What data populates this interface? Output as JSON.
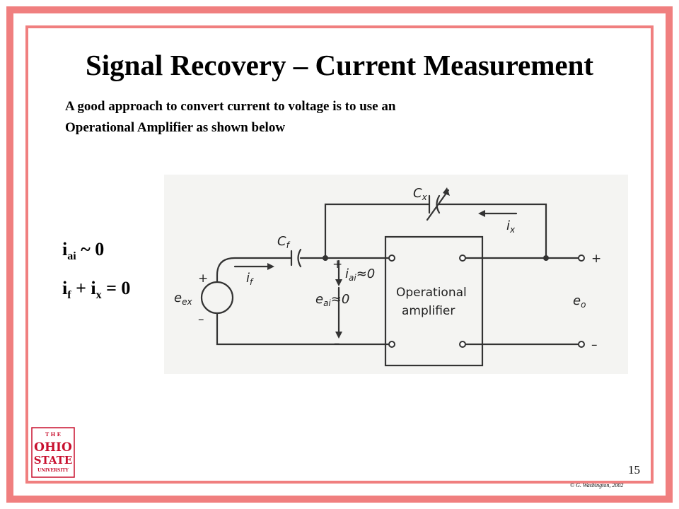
{
  "slide": {
    "title": "Signal Recovery – Current Measurement",
    "intro_line1": "A good approach to convert current to voltage is to use an",
    "intro_line2": "Operational Amplifier as shown below",
    "eq1": {
      "main": "i",
      "sub": "ai",
      "rest": " ~ 0"
    },
    "eq2": {
      "a": "i",
      "a_sub": "f",
      "mid": " + i",
      "b_sub": "x",
      "rest": " = 0"
    },
    "page_number": "15",
    "copyright": "© G. Washington, 2002"
  },
  "circuit": {
    "cx": "C",
    "cx_sub": "x",
    "cf": "C",
    "cf_sub": "f",
    "ix": "i",
    "ix_sub": "x",
    "if": "i",
    "if_sub": "f",
    "iai": "i",
    "iai_sub": "ai",
    "iai_rest": "≈0",
    "eai": "e",
    "eai_sub": "ai",
    "eai_rest": "≈0",
    "eex": "e",
    "eex_sub": "ex",
    "eo": "e",
    "eo_sub": "o",
    "opamp_line1": "Operational",
    "opamp_line2": "amplifier",
    "plus": "+",
    "minus": "–"
  },
  "logo": {
    "the": "T H E",
    "ohio": "OHIO",
    "state": "STATE",
    "university": "UNIVERSITY"
  },
  "colors": {
    "frame": "#f07f7f",
    "logo": "#c8102e"
  }
}
